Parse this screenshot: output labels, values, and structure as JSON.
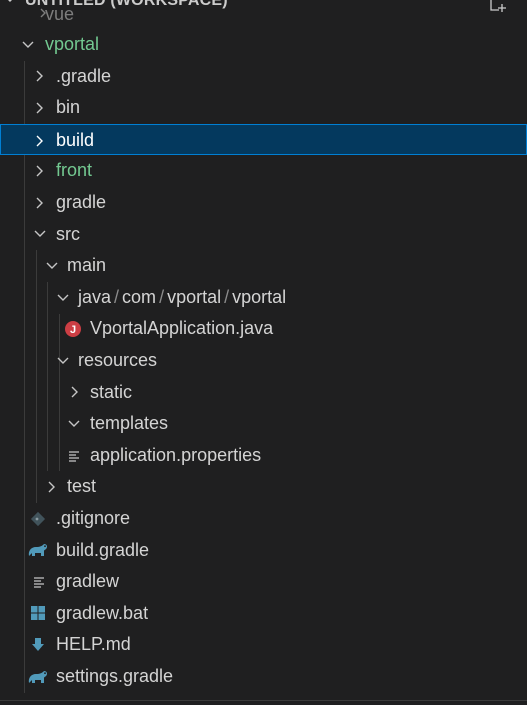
{
  "header": {
    "title": "UNTITLED (WORKSPACE)",
    "clipped_label": "vue"
  },
  "tree": {
    "root": "vportal",
    "gradle_dir": ".gradle",
    "bin": "bin",
    "build": "build",
    "front": "front",
    "gradle": "gradle",
    "src": "src",
    "main": "main",
    "java_path": [
      "java",
      "com",
      "vportal",
      "vportal"
    ],
    "path_separator": "/",
    "java_file": "VportalApplication.java",
    "resources": "resources",
    "static": "static",
    "templates": "templates",
    "app_props": "application.properties",
    "test": "test",
    "gitignore": ".gitignore",
    "build_gradle": "build.gradle",
    "gradlew": "gradlew",
    "gradlew_bat": "gradlew.bat",
    "help_md": "HELP.md",
    "settings_gradle": "settings.gradle",
    "java_badge": "J"
  },
  "colors": {
    "background": "#1f1f20",
    "selection": "#04395e",
    "selection_border": "#007fd4",
    "modified_green": "#73c991",
    "java_red": "#cc3e44",
    "gradle_blue": "#519aba"
  },
  "icons": {
    "collapsed": "chevron-right-icon",
    "expanded": "chevron-down-icon",
    "java": "java-file-icon",
    "lines": "text-file-icon",
    "git": "git-icon",
    "gradle": "gradle-elephant-icon",
    "windows": "windows-icon",
    "markdown": "markdown-download-icon",
    "new_file": "new-file-icon"
  }
}
